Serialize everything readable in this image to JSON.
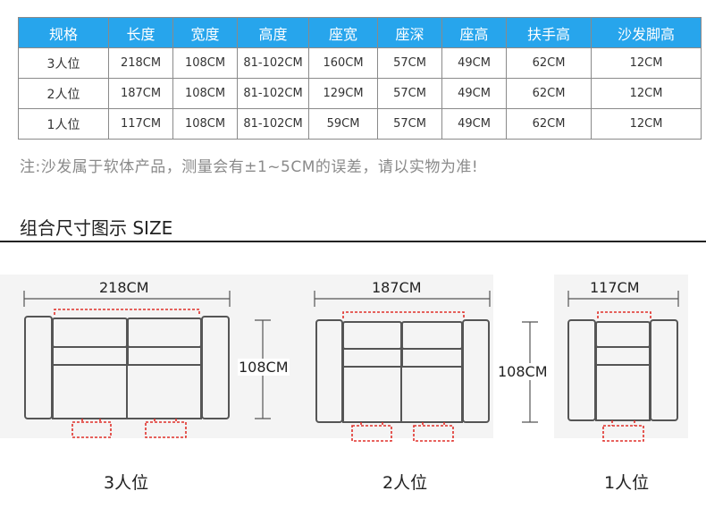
{
  "table": {
    "headers": [
      "规格",
      "长度",
      "宽度",
      "高度",
      "座宽",
      "座深",
      "座高",
      "扶手高",
      "沙发脚高"
    ],
    "rows": [
      [
        "3人位",
        "218CM",
        "108CM",
        "81-102CM",
        "160CM",
        "57CM",
        "49CM",
        "62CM",
        "12CM"
      ],
      [
        "2人位",
        "187CM",
        "108CM",
        "81-102CM",
        "129CM",
        "57CM",
        "49CM",
        "62CM",
        "12CM"
      ],
      [
        "1人位",
        "117CM",
        "108CM",
        "81-102CM",
        "59CM",
        "57CM",
        "49CM",
        "62CM",
        "12CM"
      ]
    ]
  },
  "note": "注:沙发属于软体产品，测量会有±1~5CM的误差，请以实物为准!",
  "section_title": "组合尺寸图示 SIZE",
  "diagrams": {
    "three_seat": {
      "width_label": "218CM",
      "name": "3人位"
    },
    "two_seat": {
      "width_label": "187CM",
      "depth_label": "108CM",
      "name": "2人位"
    },
    "one_seat": {
      "width_label": "117CM",
      "depth_label": "108CM",
      "name": "1人位"
    },
    "shared_depth_label": "108CM"
  },
  "colors": {
    "header_bg": "#27a5ec",
    "outline": "#555555",
    "dashed_red": "#e0302a",
    "panel_bg": "#f4f4f4"
  }
}
